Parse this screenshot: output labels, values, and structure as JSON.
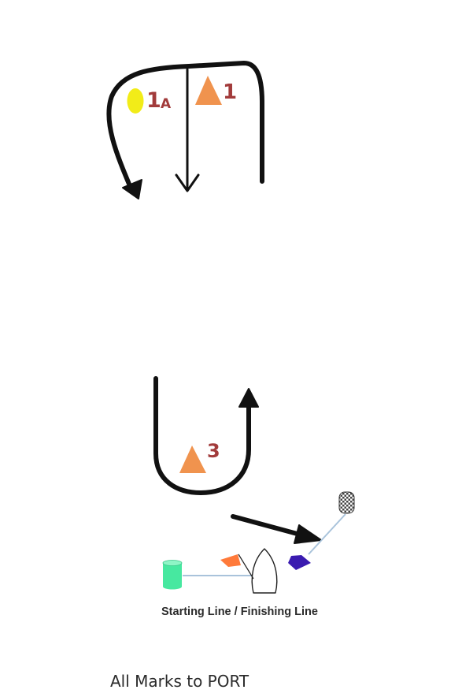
{
  "diagram": {
    "marks": {
      "mark_1a": {
        "number": "1",
        "suffix": "A"
      },
      "mark_1": {
        "number": "1"
      },
      "mark_3": {
        "number": "3"
      }
    },
    "start_finish_label": "Starting Line / Finishing Line",
    "footer_text": "All Marks to PORT"
  },
  "colors": {
    "course_line": "#111111",
    "triangle_mark": "#f0934e",
    "mark_1a_buoy": "#f2ec18",
    "mark_label": "#a23b3b",
    "pin_buoy": "#47e8a0",
    "start_line": "#a9c3db",
    "orange_flag": "#ff7a3a",
    "blue_flag": "#3a1bb0",
    "finish_buoy": "#555555"
  },
  "icons": [
    "triangle-mark-icon",
    "oval-buoy-icon",
    "cylinder-buoy-icon",
    "checkered-buoy-icon",
    "committee-boat-icon",
    "flag-icon"
  ]
}
